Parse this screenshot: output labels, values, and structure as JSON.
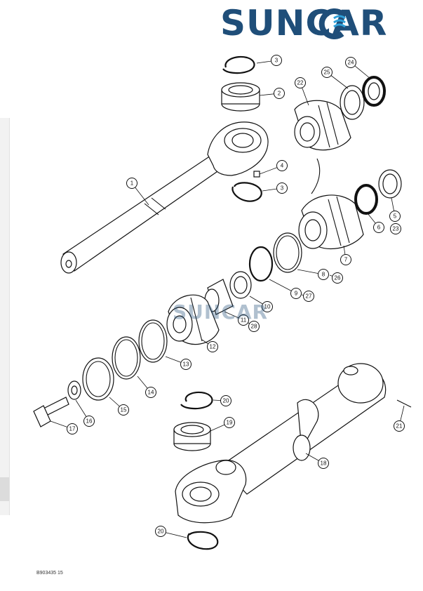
{
  "brand": {
    "name": "SUNCAR",
    "colors": {
      "primary": "#1f4e79",
      "accent": "#2e9fd8"
    }
  },
  "watermark": {
    "text": "SUNCAR"
  },
  "figure_code": "B903435 15",
  "callouts": [
    {
      "id": "c3a",
      "label": "3"
    },
    {
      "id": "c2a",
      "label": "2"
    },
    {
      "id": "c24",
      "label": "24"
    },
    {
      "id": "c25",
      "label": "25"
    },
    {
      "id": "c22",
      "label": "22"
    },
    {
      "id": "c4",
      "label": "4"
    },
    {
      "id": "c3b",
      "label": "3"
    },
    {
      "id": "c1",
      "label": "1"
    },
    {
      "id": "c5",
      "label": "5"
    },
    {
      "id": "c23",
      "label": "23"
    },
    {
      "id": "c6",
      "label": "6"
    },
    {
      "id": "c7",
      "label": "7"
    },
    {
      "id": "c8",
      "label": "8"
    },
    {
      "id": "c26",
      "label": "26"
    },
    {
      "id": "c9",
      "label": "9"
    },
    {
      "id": "c27",
      "label": "27"
    },
    {
      "id": "c10",
      "label": "10"
    },
    {
      "id": "c11",
      "label": "11"
    },
    {
      "id": "c28",
      "label": "28"
    },
    {
      "id": "c12",
      "label": "12"
    },
    {
      "id": "c13",
      "label": "13"
    },
    {
      "id": "c14",
      "label": "14"
    },
    {
      "id": "c15",
      "label": "15"
    },
    {
      "id": "c16",
      "label": "16"
    },
    {
      "id": "c17",
      "label": "17"
    },
    {
      "id": "c20a",
      "label": "20"
    },
    {
      "id": "c19",
      "label": "19"
    },
    {
      "id": "c21",
      "label": "21"
    },
    {
      "id": "c18",
      "label": "18"
    },
    {
      "id": "c20b",
      "label": "20"
    }
  ]
}
